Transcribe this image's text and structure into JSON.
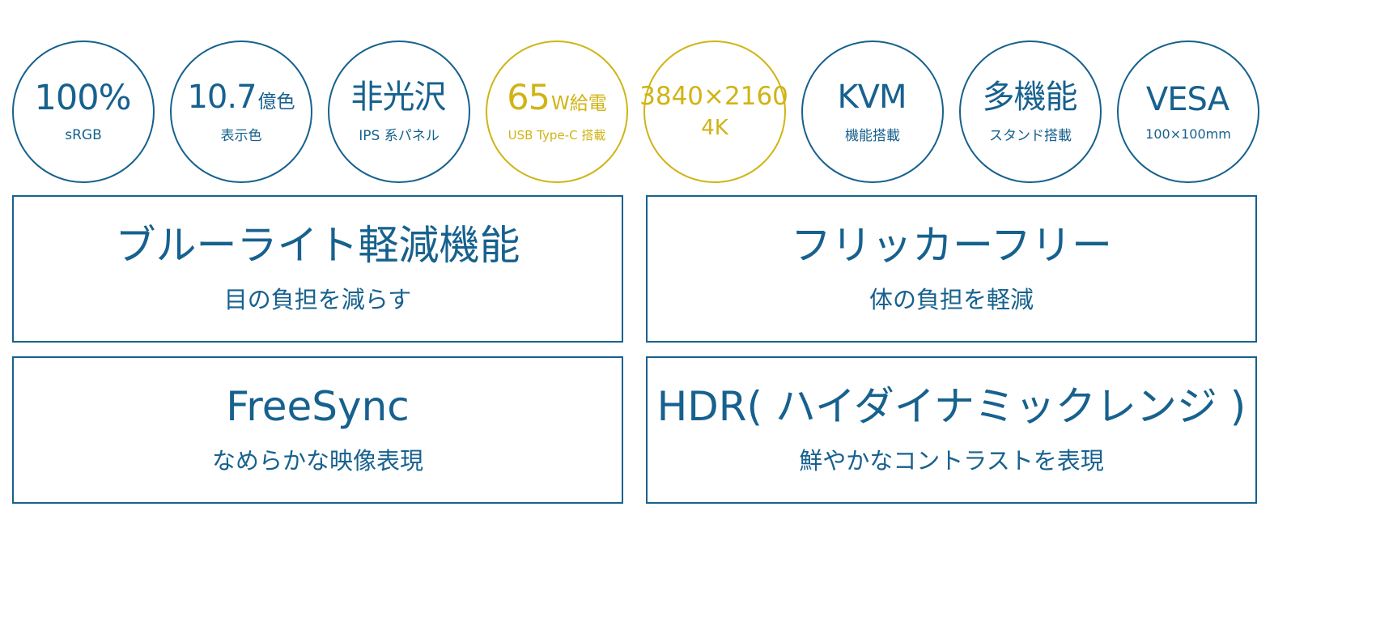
{
  "colors": {
    "blue": "#17618e",
    "yellow": "#d0b416"
  },
  "badges": [
    {
      "main": "100%",
      "suffix": "",
      "sub": "sRGB",
      "color": "blue"
    },
    {
      "main": "10.7",
      "suffix": "億色",
      "sub": "表示色",
      "color": "blue"
    },
    {
      "main": "非光沢",
      "suffix": "",
      "sub": "IPS 系パネル",
      "color": "blue"
    },
    {
      "main": "65",
      "suffix": "W給電",
      "sub": "USB Type-C 搭載",
      "color": "yellow"
    },
    {
      "main": "3840×2160",
      "suffix": "",
      "sub": "4K",
      "color": "yellow"
    },
    {
      "main": "KVM",
      "suffix": "",
      "sub": "機能搭載",
      "color": "blue"
    },
    {
      "main": "多機能",
      "suffix": "",
      "sub": "スタンド搭載",
      "color": "blue"
    },
    {
      "main": "VESA",
      "suffix": "",
      "sub": "100×100mm",
      "color": "blue"
    }
  ],
  "cards": [
    {
      "title": "ブルーライト軽減機能",
      "subtitle": "目の負担を減らす"
    },
    {
      "title": "フリッカーフリー",
      "subtitle": "体の負担を軽減"
    },
    {
      "title": "FreeSync",
      "subtitle": "なめらかな映像表現"
    },
    {
      "title": "HDR( ハイダイナミックレンジ )",
      "subtitle": "鮮やかなコントラストを表現"
    }
  ]
}
